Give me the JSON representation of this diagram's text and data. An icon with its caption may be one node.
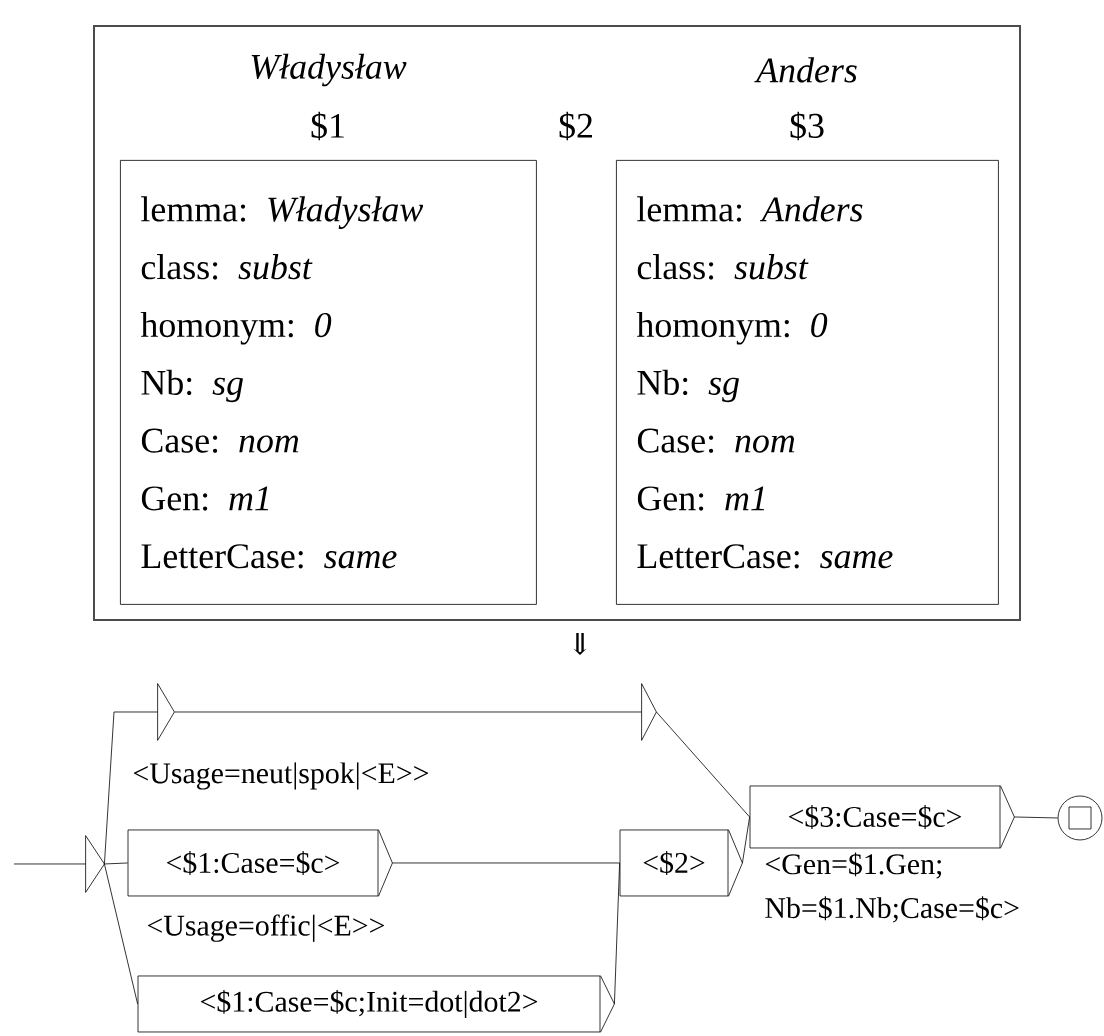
{
  "diagram": {
    "nodes": [
      {
        "text": [
          "$2"
        ]
      },
      {
        "text": [
          "Władysław",
          "$1",
          "lemma: *Władysław*",
          "class: *subst*",
          "homonym: *0*",
          "Nb: *sg*",
          "Case: *nom*",
          "Gen: *m1*",
          "LetterCase: *same*"
        ],
        "in": 0
      },
      {
        "text": [
          "Anders",
          "$3",
          "lemma: *Anders*",
          "class: *subst*",
          "homonym: *0*",
          "Nb: *sg*",
          "Case: *nom*",
          "Gen: *m1*",
          "LetterCase: *same*"
        ],
        "in": 0
      },
      {
        "text": [],
        "shape": "triangle"
      },
      {
        "text": [],
        "shape": "triangle",
        "beside": [
          "<Usage=neut|spok|<E>>"
        ]
      },
      {
        "text": [],
        "shape": "triangle"
      },
      {
        "text": [
          "<$1:Case=$c>"
        ],
        "beside": [
          "<Usage=offic|<E>>"
        ]
      },
      {
        "text": [
          "<$2>"
        ]
      },
      {
        "text": [
          "<$3:Case=$c>"
        ],
        "beside": [
          "<Gen=$1.Gen; Nb=$1.Nb;Case=$c>"
        ]
      },
      {
        "text": [],
        "shape": "circle"
      },
      {
        "text": [
          "<$1:Case=$c;Init=dot|dot2>"
        ]
      }
    ],
    "edges": [
      {
        "from": null,
        "to": 3,
        "arrow": "none"
      },
      {
        "from": 3,
        "to": 4,
        "arrow": "none"
      },
      {
        "from": 3,
        "to": 6,
        "arrow": "none"
      },
      {
        "from": 3,
        "to": 10,
        "arrow": "none"
      },
      {
        "from": 4,
        "to": 5,
        "arrow": "none"
      },
      {
        "from": 5,
        "to": 8,
        "arrow": "none"
      },
      {
        "from": 6,
        "to": 7,
        "arrow": "none"
      },
      {
        "from": 10,
        "to": 7,
        "arrow": "none"
      },
      {
        "from": 7,
        "to": 8,
        "arrow": "none"
      },
      {
        "from": 8,
        "to": 9,
        "arrow": "none"
      }
    ],
    "labels": [
      "⇓"
    ]
  }
}
